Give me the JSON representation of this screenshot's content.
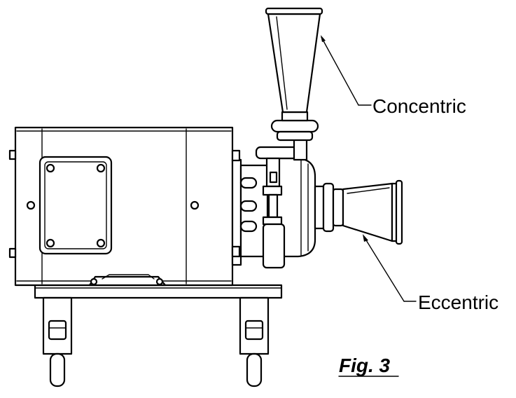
{
  "labels": {
    "concentric": "Concentric",
    "eccentric": "Eccentric",
    "figure": "Fig. 3"
  },
  "colors": {
    "line": "#000000",
    "background": "#ffffff"
  }
}
